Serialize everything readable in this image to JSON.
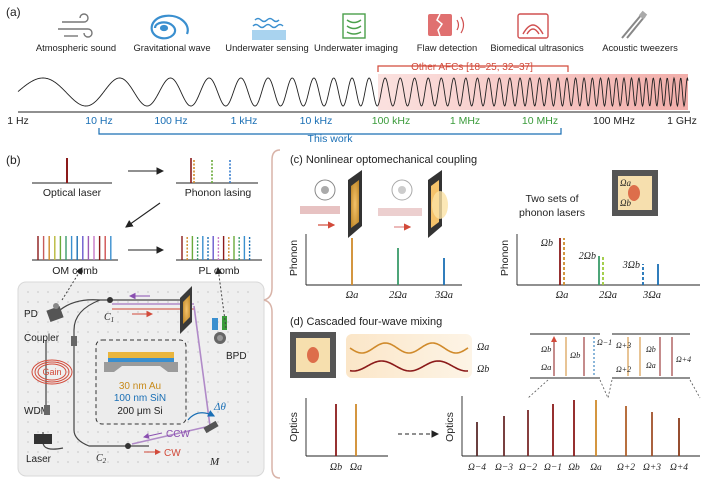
{
  "panel_a": {
    "label": "(a)",
    "applications": [
      {
        "label": "Atmospheric sound",
        "icon": "wind-icon"
      },
      {
        "label": "Gravitational wave",
        "icon": "spiral-galaxy-icon"
      },
      {
        "label": "Underwater sensing",
        "icon": "water-waves-icon"
      },
      {
        "label": "Underwater imaging",
        "icon": "sonar-imaging-icon"
      },
      {
        "label": "Flaw detection",
        "icon": "cracked-block-icon"
      },
      {
        "label": "Biomedical ultrasonics",
        "icon": "ultrasound-scan-icon"
      },
      {
        "label": "Acoustic tweezers",
        "icon": "tweezers-icon"
      }
    ],
    "other_afcs": "Other AFCs [18–25, 32–37]",
    "this_work": "This work",
    "freq_ticks_black_top": [
      "1 Hz",
      "1 GHz"
    ],
    "freq_ticks": [
      "10 Hz",
      "100 Hz",
      "1 kHz",
      "10 kHz",
      "100 kHz",
      "1 MHz",
      "10 MHz",
      "100 MHz"
    ],
    "colors": {
      "blue": "#1a6fb5",
      "green": "#3a9b3a",
      "red": "#d24a3a",
      "pink": "#f2b9b6"
    }
  },
  "panel_b": {
    "label": "(b)",
    "optical_laser": "Optical laser",
    "phonon_lasing": "Phonon lasing",
    "om_comb": "OM comb",
    "pl_comb": "PL comb",
    "pd": "PD",
    "coupler": "Coupler",
    "c1": "C",
    "c1_sub": "1",
    "c2": "C",
    "c2_sub": "2",
    "gain": "Gain",
    "wdm": "WDM",
    "laser": "Laser",
    "bpd": "BPD",
    "layer_au": "30 nm Au",
    "layer_sin": "100 nm SiN",
    "layer_si": "200 μm Si",
    "delta_theta": "Δθ",
    "ccw": "CCW",
    "cw": "CW",
    "mirror": "M"
  },
  "panel_c": {
    "label": "(c) Nonlinear optomechanical coupling",
    "y_label": "Phonon",
    "x_ticks": [
      "Ωa",
      "2Ωa",
      "3Ωa"
    ],
    "right_title_1": "Two sets of",
    "right_title_2": "phonon lasers",
    "omega_a": "Ωa",
    "omega_b": "Ωb",
    "right_labels": [
      "Ωb",
      "2Ωb",
      "3Ωb"
    ]
  },
  "panel_d": {
    "label": "(d) Cascaded four-wave mixing",
    "y_label": "Optics",
    "left_ticks": [
      "Ωb",
      "Ωa"
    ],
    "wave_labels": [
      "Ωa",
      "Ωb"
    ],
    "comb_ticks": [
      "Ω−4",
      "Ω−3",
      "Ω−2",
      "Ω−1",
      "Ωb",
      "Ωa",
      "Ω+2",
      "Ω+3",
      "Ω+4"
    ],
    "level_labels_left": [
      "Ωa",
      "Ωb",
      "Ωb",
      "Ω−1"
    ],
    "level_labels_right": [
      "Ω+3",
      "Ωb",
      "Ω+2",
      "Ωa",
      "Ω+4"
    ]
  }
}
